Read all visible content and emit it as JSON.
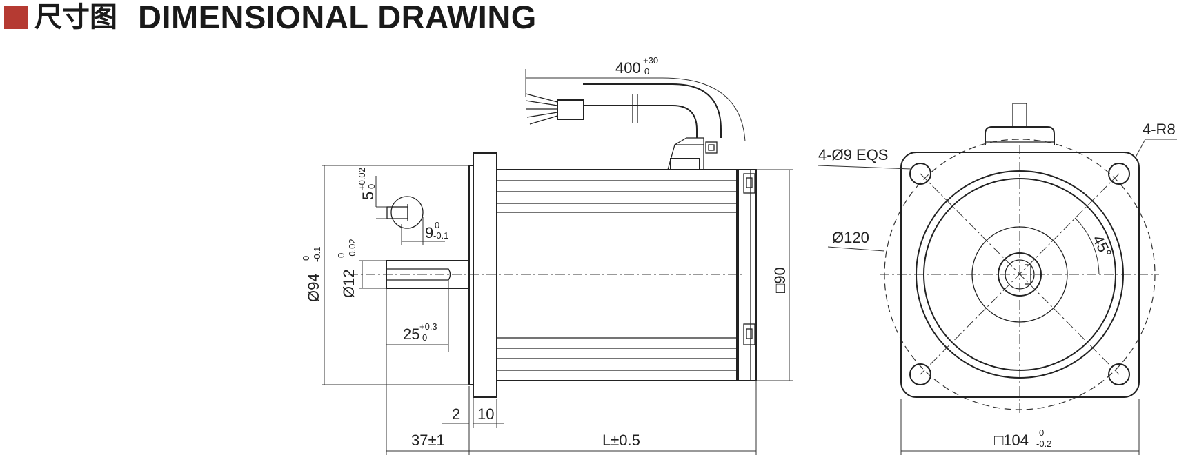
{
  "header": {
    "title_cn": "尺寸图",
    "title_en": "DIMENSIONAL DRAWING",
    "accent_color": "#b53a32"
  },
  "dims": {
    "cable_len": "400",
    "cable_tol_up": "+30",
    "cable_tol_dn": "0",
    "key_w": "5",
    "key_w_up": "+0.02",
    "key_w_dn": "0",
    "key_h": "9",
    "key_h_up": "0",
    "key_h_dn": "-0.1",
    "flange_d": "Ø94",
    "flange_d_up": "0",
    "flange_d_dn": "-0.1",
    "shaft_d": "Ø12",
    "shaft_d_up": "0",
    "shaft_d_dn": "-0.02",
    "shaft_len": "25",
    "shaft_len_up": "+0.3",
    "shaft_len_dn": "0",
    "body_sq": "□90",
    "dim_2": "2",
    "dim_10": "10",
    "dim_37": "37±1",
    "dim_L": "L±0.5",
    "holes": "4-Ø9 EQS",
    "corner_r": "4-R8",
    "pcd": "Ø120",
    "angle": "45°",
    "flange_sq": "□104",
    "flange_sq_up": "0",
    "flange_sq_dn": "-0.2"
  }
}
